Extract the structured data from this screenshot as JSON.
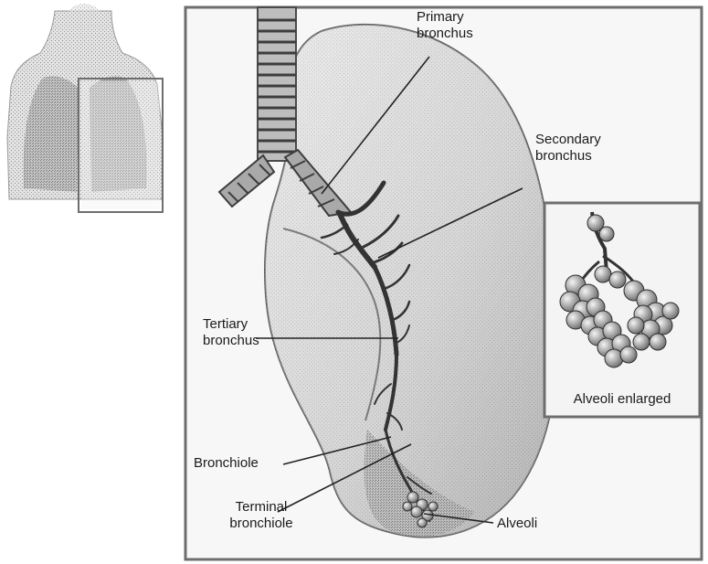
{
  "labels": {
    "primary_bronchus": [
      "Primary",
      "bronchus"
    ],
    "secondary_bronchus": [
      "Secondary",
      "bronchus"
    ],
    "tertiary_bronchus": [
      "Tertiary",
      "bronchus"
    ],
    "bronchiole": "Bronchiole",
    "terminal_bronchiole": [
      "Terminal",
      "bronchiole"
    ],
    "alveoli": "Alveoli",
    "alveoli_enlarged": "Alveoli enlarged"
  },
  "colors": {
    "frame": "#6e6e6e",
    "lung_light": "#d9d9d9",
    "lung_mid": "#a8a8a8",
    "lung_dark": "#5e5e5e",
    "leader_line": "#222222"
  }
}
